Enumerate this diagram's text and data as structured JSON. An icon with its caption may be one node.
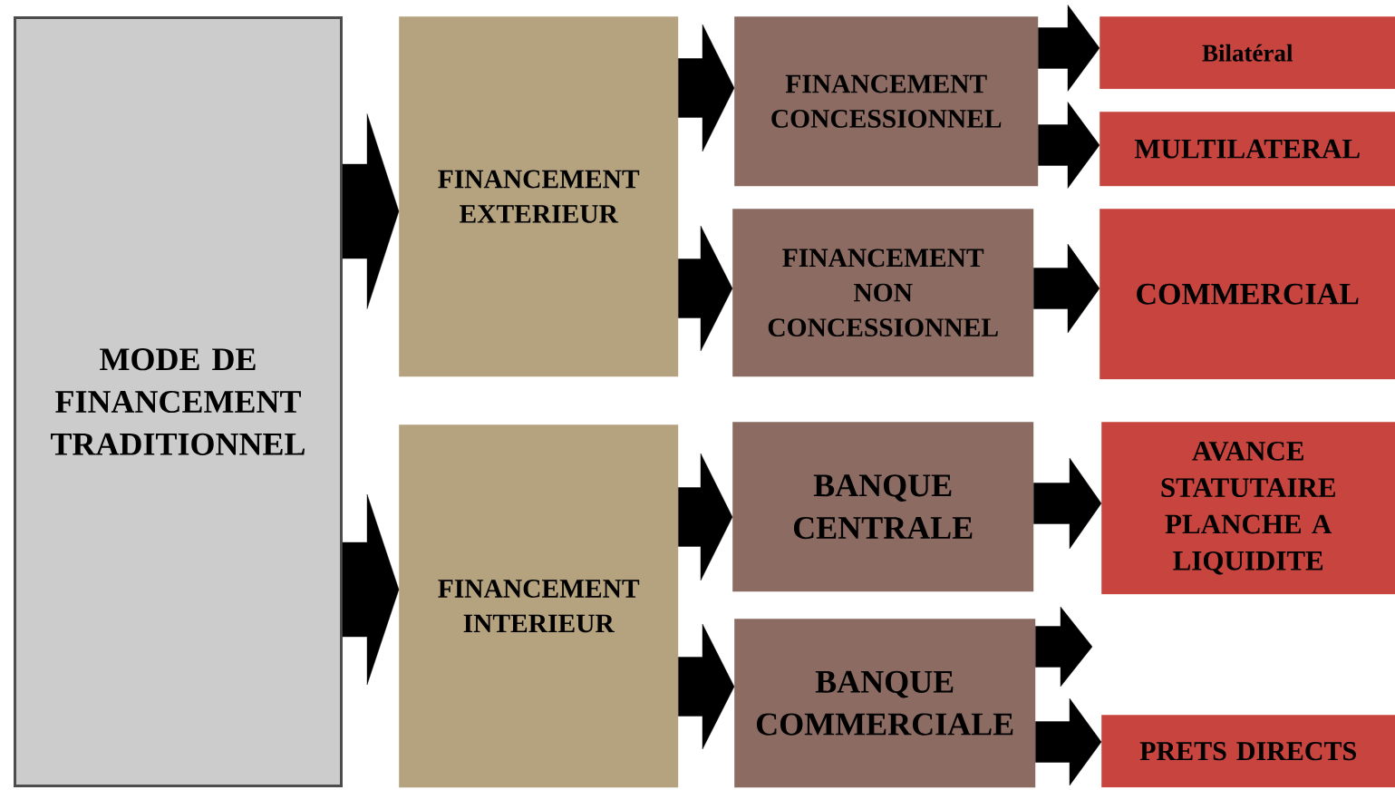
{
  "diagram": {
    "nodes": [
      {
        "text": [
          "MODE DE FINANCEMENT TRADITIONNEL"
        ]
      },
      {
        "text": [
          "FINANCEMENT EXTERIEUR"
        ]
      },
      {
        "text": [
          "FINANCEMENT INTERIEUR"
        ]
      },
      {
        "text": [
          "FINANCEMENT CONCESSIONNEL"
        ]
      },
      {
        "text": [
          "FINANCEMENT NON CONCESSIONNEL"
        ]
      },
      {
        "text": [
          "BANQUE CENTRALE"
        ]
      },
      {
        "text": [
          "BANQUE COMMERCIALE"
        ]
      },
      {
        "text": [
          "Bilatéral"
        ]
      },
      {
        "text": [
          "MULTILATERAL"
        ]
      },
      {
        "text": [
          "COMMERCIAL"
        ]
      },
      {
        "text": [
          "AVANCE STATUTAIRE PLANCHE A LIQUIDITE"
        ]
      },
      {
        "text": [
          "PRETS DIRECTS"
        ]
      }
    ],
    "edges": [
      {
        "from": 0,
        "to": 1,
        "arrow": "to",
        "style": "thick"
      },
      {
        "from": 0,
        "to": 2,
        "arrow": "to",
        "style": "thick"
      },
      {
        "from": 1,
        "to": 3,
        "arrow": "to"
      },
      {
        "from": 1,
        "to": 4,
        "arrow": "to"
      },
      {
        "from": 2,
        "to": 5,
        "arrow": "to"
      },
      {
        "from": 2,
        "to": 6,
        "arrow": "to"
      },
      {
        "from": 3,
        "to": 7,
        "arrow": "to"
      },
      {
        "from": 3,
        "to": 8,
        "arrow": "to"
      },
      {
        "from": 4,
        "to": 9,
        "arrow": "to"
      },
      {
        "from": 5,
        "to": 10,
        "arrow": "to"
      },
      {
        "from": 6,
        "to": null,
        "arrow": "to"
      },
      {
        "from": 6,
        "to": 11,
        "arrow": "to"
      }
    ]
  }
}
